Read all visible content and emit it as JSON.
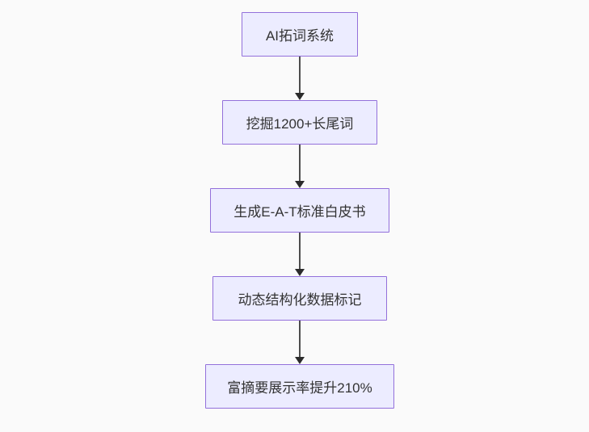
{
  "diagram": {
    "type": "flowchart",
    "direction": "top-down",
    "nodes": [
      {
        "id": "n1",
        "label": "AI拓词系统"
      },
      {
        "id": "n2",
        "label": "挖掘1200+长尾词"
      },
      {
        "id": "n3",
        "label": "生成E-A-T标准白皮书"
      },
      {
        "id": "n4",
        "label": "动态结构化数据标记"
      },
      {
        "id": "n5",
        "label": "富摘要展示率提升210%"
      }
    ],
    "edges": [
      {
        "from": "n1",
        "to": "n2"
      },
      {
        "from": "n2",
        "to": "n3"
      },
      {
        "from": "n3",
        "to": "n4"
      },
      {
        "from": "n4",
        "to": "n5"
      }
    ],
    "colors": {
      "node_fill": "#ECECFF",
      "node_border": "#9370DB",
      "edge_line": "#4d4d4d",
      "arrowhead": "#2b2b2b",
      "text": "#333333",
      "background": "#fafafa"
    }
  }
}
